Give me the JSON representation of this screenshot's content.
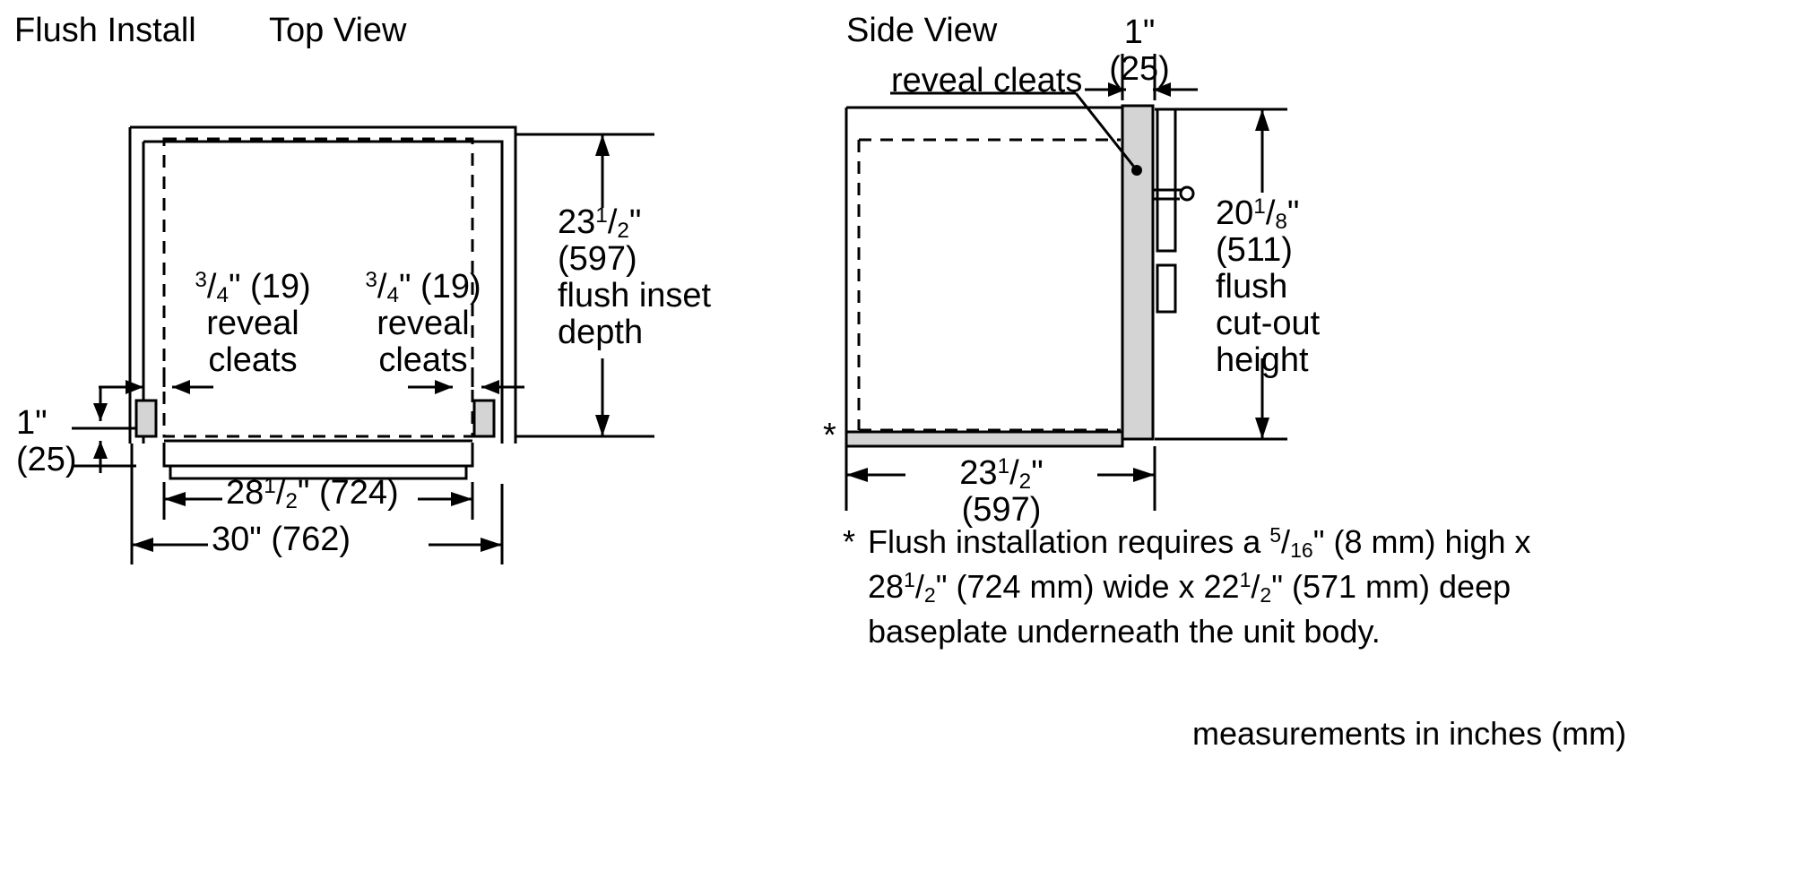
{
  "headings": {
    "flush_install": "Flush Install",
    "top_view": "Top View",
    "side_view": "Side View"
  },
  "top_view": {
    "reveal_cleats_left": {
      "whole": "3",
      "denom": "4",
      "unit": "\" (19)",
      "line2": "reveal",
      "line3": "cleats"
    },
    "reveal_cleats_right": {
      "whole": "3",
      "denom": "4",
      "unit": "\" (19)",
      "line2": "reveal",
      "line3": "cleats"
    },
    "depth_dim": {
      "whole": "23",
      "num": "1",
      "denom": "2",
      "unit": "\"",
      "mm": "(597)",
      "line3": "flush inset",
      "line4": "depth"
    },
    "left_gap_dim": {
      "inches": "1\"",
      "mm": "(25)"
    },
    "inner_width_dim": {
      "whole": "28",
      "num": "1",
      "denom": "2",
      "unit": "\" (724)"
    },
    "outer_width_dim": {
      "text": "30\" (762)"
    }
  },
  "side_view": {
    "reveal_cleats_label": "reveal cleats",
    "gap_dim": {
      "inches": "1\"",
      "mm": "(25)"
    },
    "height_dim": {
      "whole": "20",
      "num": "1",
      "denom": "8",
      "unit": "\"",
      "mm": "(511)",
      "line3": "flush",
      "line4": "cut-out",
      "line5": "height"
    },
    "depth_dim": {
      "whole": "23",
      "num": "1",
      "denom": "2",
      "unit": "\"",
      "mm": "(597)"
    },
    "baseplate_marker": "*"
  },
  "footnote": {
    "marker": "*",
    "l1a": "Flush installation requires a ",
    "l1_num": "5",
    "l1_den": "16",
    "l1b": "\" (8 mm) high x",
    "l2a": "28",
    "l2_num": "1",
    "l2_den": "2",
    "l2b": "\" (724 mm) wide x 22",
    "l2_num2": "1",
    "l2_den2": "2",
    "l2c": "\" (571 mm) deep",
    "l3": "baseplate underneath the unit body."
  },
  "units_note": "measurements in inches (mm)",
  "colors": {
    "line": "#000000",
    "fill_gray": "#d4d4d4",
    "background": "#ffffff"
  }
}
